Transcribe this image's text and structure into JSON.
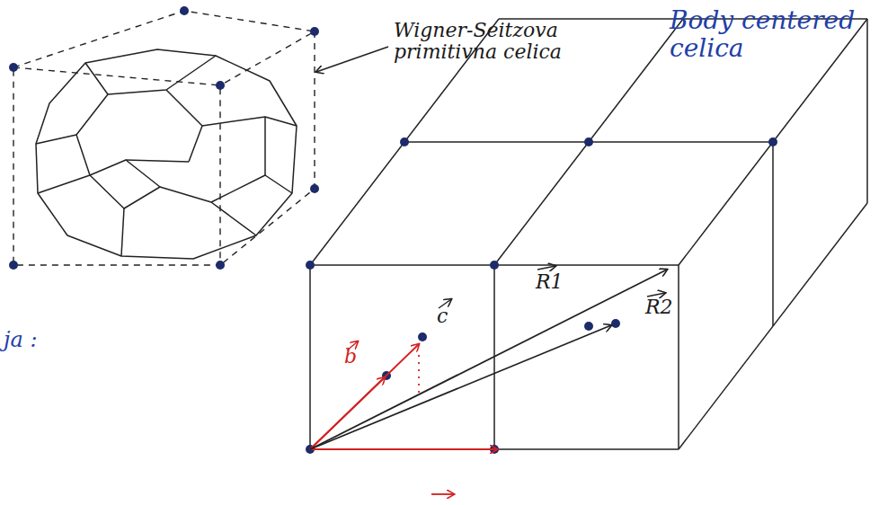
{
  "diagram": {
    "labels": [
      "Wigner-Seitzova primitivna celica",
      "Body centered celica",
      "ja :",
      "c",
      "b",
      "R1",
      "R2"
    ]
  }
}
